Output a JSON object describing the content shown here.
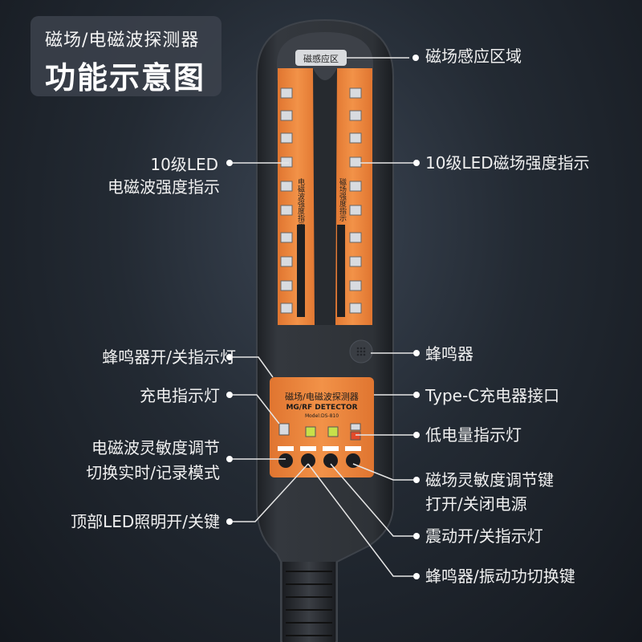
{
  "title": {
    "subtitle": "磁场/电磁波探测器",
    "main": "功能示意图"
  },
  "device": {
    "sensor_label": "磁感应区",
    "left_strip_text": "电磁波强度指示",
    "right_strip_text": "磁场强度指示",
    "panel_title": "磁场/电磁波探测器",
    "panel_subtitle": "MG/RF DETECTOR",
    "model": "Model:DS-810",
    "led_levels": 10
  },
  "labels": {
    "sensor_area": "磁场感应区域",
    "left_led_line1": "10级LED",
    "left_led_line2": "电磁波强度指示",
    "right_led": "10级LED磁场强度指示",
    "buzzer_indicator": "蜂鸣器开/关指示灯",
    "buzzer": "蜂鸣器",
    "charge_indicator": "充电指示灯",
    "typec_port": "Type-C充电器接口",
    "low_battery": "低电量指示灯",
    "em_sensitivity_line1": "电磁波灵敏度调节",
    "em_sensitivity_line2": "切换实时/记录模式",
    "mag_sensitivity_line1": "磁场灵敏度调节键",
    "mag_sensitivity_line2": "打开/关闭电源",
    "top_led_switch": "顶部LED照明开/关键",
    "vibration_indicator": "震动开/关指示灯",
    "buzzer_vibration_switch": "蜂鸣器/振动功切换键"
  },
  "colors": {
    "orange": "#f0843a",
    "body": "#2c2f34",
    "led": "#d8dbe0"
  }
}
